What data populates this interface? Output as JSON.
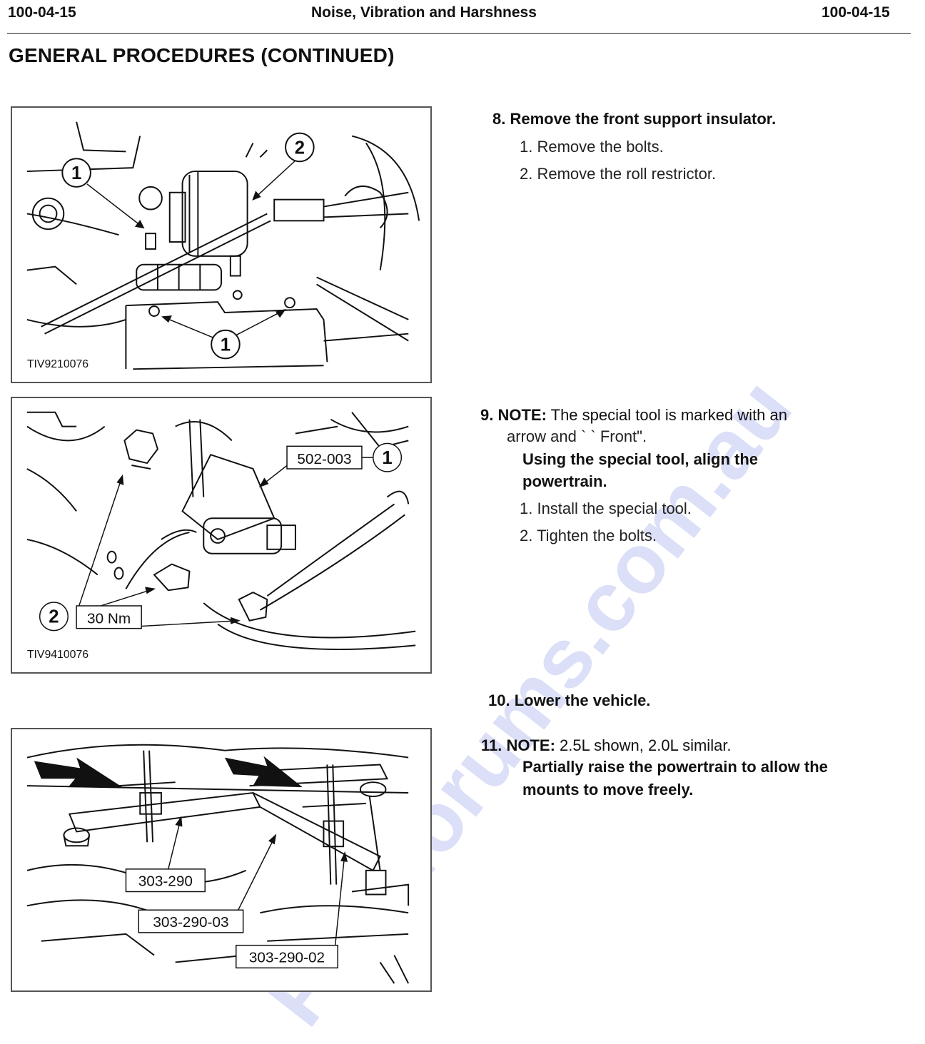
{
  "header": {
    "left_code": "100-04-15",
    "title": "Noise, Vibration and Harshness",
    "right_code": "100-04-15"
  },
  "section_title": "GENERAL PROCEDURES (CONTINUED)",
  "figures": [
    {
      "id": "TIV9210076",
      "callouts": [
        "1",
        "2",
        "1"
      ]
    },
    {
      "id": "TIV9410076",
      "callouts": [
        "502-003",
        "1",
        "2",
        "30 Nm"
      ]
    },
    {
      "callouts": [
        "303-290",
        "303-290-03",
        "303-290-02"
      ]
    }
  ],
  "steps": {
    "s8": {
      "title": "8. Remove the front support insulator.",
      "items": [
        "1. Remove the bolts.",
        "2. Remove the roll restrictor."
      ]
    },
    "s9": {
      "note_label": "9. NOTE:",
      "note_line1": "The special tool is marked with an",
      "note_line2": "arrow and ` ` Front\".",
      "instruction_line1": "Using the special tool, align the",
      "instruction_line2": "powertrain.",
      "items": [
        "1. Install the special tool.",
        "2. Tighten the bolts."
      ]
    },
    "s10": {
      "title": "10. Lower the vehicle."
    },
    "s11": {
      "note_label": "11. NOTE:",
      "note_text": "2.5L shown, 2.0L similar.",
      "instruction_line1": "Partially raise the powertrain to allow the",
      "instruction_line2": "mounts to move freely."
    }
  },
  "watermark": "Fordforums.com.au"
}
